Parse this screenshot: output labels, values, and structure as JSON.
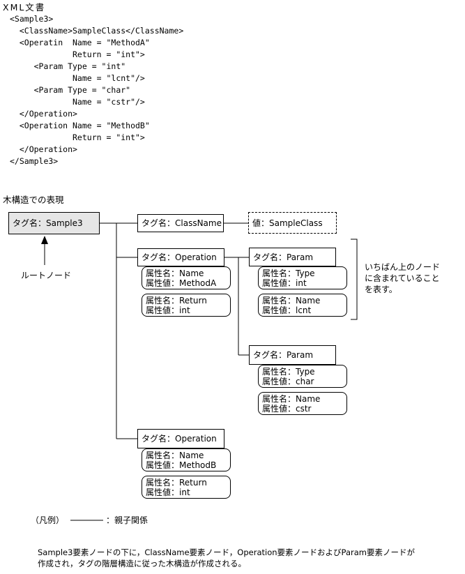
{
  "xml": {
    "heading": "XML文書",
    "lines": [
      "<Sample3>",
      "  <ClassName>SampleClass</ClassName>",
      "  <Operatin  Name = \"MethodA\"",
      "             Return = \"int\">",
      "     <Param Type = \"int\"",
      "             Name = \"lcnt\"/>",
      "     <Param Type = \"char\"",
      "             Name = \"cstr\"/>",
      "  </Operation>",
      "  <Operation Name = \"MethodB\"",
      "             Return = \"int\">",
      "  </Operation>",
      "</Sample3>"
    ]
  },
  "tree": {
    "heading": "木構造での表現",
    "root": "タグ名：Sample3",
    "root_caption": "ルートノード",
    "classname_node": "タグ名：ClassName",
    "value_node": "値：SampleClass",
    "op_a": {
      "tag": "タグ名：Operation",
      "attrs": [
        [
          "属性名：Name",
          "属性値：MethodA"
        ],
        [
          "属性名：Return",
          "属性値：int"
        ]
      ]
    },
    "param_1": {
      "tag": "タグ名：Param",
      "attrs": [
        [
          "属性名：Type",
          "属性値：int"
        ],
        [
          "属性名：Name",
          "属性値：lcnt"
        ]
      ]
    },
    "param_2": {
      "tag": "タグ名：Param",
      "attrs": [
        [
          "属性名：Type",
          "属性値：char"
        ],
        [
          "属性名：Name",
          "属性値：cstr"
        ]
      ]
    },
    "op_b": {
      "tag": "タグ名：Operation",
      "attrs": [
        [
          "属性名：Name",
          "属性値：MethodB"
        ],
        [
          "属性名：Return",
          "属性値：int"
        ]
      ]
    },
    "bracket_note": [
      "いちばん上のノード",
      "に含まれていること",
      "を表す。"
    ]
  },
  "legend": {
    "open": "（凡例）",
    "label": "：親子関係"
  },
  "footer": [
    "Sample3要素ノードの下に，ClassName要素ノード，Operation要素ノードおよびParam要素ノードが",
    "作成され，タグの階層構造に従った木構造が作成される。"
  ]
}
